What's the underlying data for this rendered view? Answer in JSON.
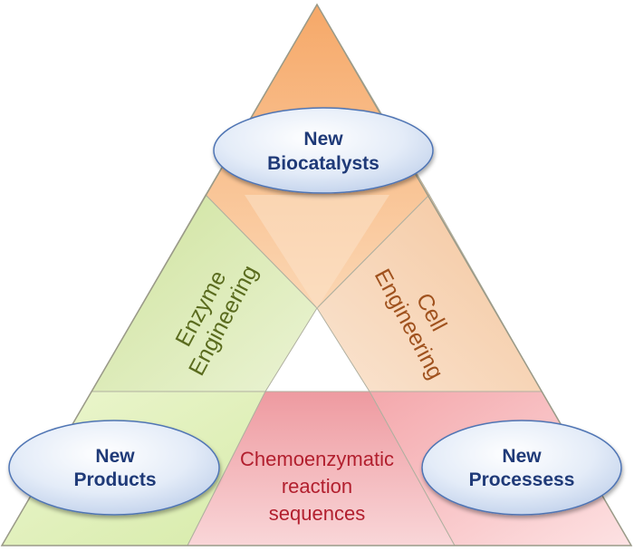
{
  "nodes": {
    "top": {
      "line1": "New",
      "line2": "Biocatalysts"
    },
    "left": {
      "line1": "New",
      "line2": "Products"
    },
    "right": {
      "line1": "New",
      "line2": "Processess"
    }
  },
  "bands": {
    "enzyme": {
      "line1": "Enzyme",
      "line2": "Engineering"
    },
    "cell": {
      "line1": "Cell",
      "line2": "Engineering"
    }
  },
  "center": {
    "line1": "Chemoenzymatic",
    "line2": "reaction",
    "line3": "sequences"
  },
  "colors": {
    "node_text": "#1f3a78",
    "enzyme_text": "#5a6b1e",
    "cell_text": "#a0521e",
    "center_text": "#b21f2e"
  }
}
